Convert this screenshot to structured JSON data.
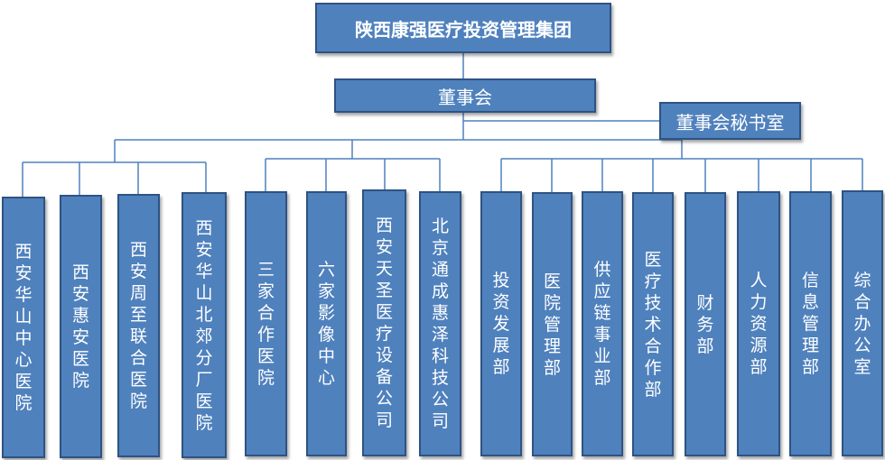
{
  "chart_data": {
    "type": "org_chart",
    "root": "陕西康强医疗投资管理集团",
    "board": "董事会",
    "board_office": "董事会秘书室",
    "groups": [
      [
        "西安华山中心医院",
        "西安惠安医院",
        "西安周至联合医院",
        "西安华山北郊分厂医院"
      ],
      [
        "三家合作医院",
        "六家影像中心",
        "西安天圣医疗设备公司",
        "北京通成惠泽科技公司"
      ],
      [
        "投资发展部",
        "医院管理部",
        "供应链事业部",
        "医疗技术合作部",
        "财务部",
        "人力资源部",
        "信息管理部",
        "综合办公室"
      ]
    ]
  },
  "colors": {
    "box_fill": "#4f81bd",
    "box_border": "#2e5383",
    "line": "#4f81bd",
    "text": "#ffffff"
  }
}
